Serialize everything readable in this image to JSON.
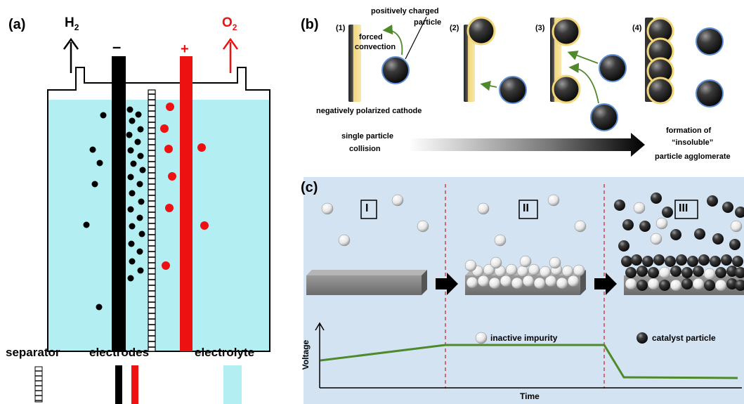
{
  "panel_a": {
    "label": "(a)",
    "h2": "H",
    "h2_sub": "2",
    "o2": "O",
    "o2_sub": "2",
    "minus": "–",
    "plus": "+",
    "legend": {
      "separator": "separator",
      "electrodes": "electrodes",
      "electrolyte": "electrolyte"
    },
    "colors": {
      "electrolyte": "#b3eef2",
      "cathode": "#000000",
      "anode": "#ee1111"
    }
  },
  "panel_b": {
    "label": "(b)",
    "steps": [
      "(1)",
      "(2)",
      "(3)",
      "(4)"
    ],
    "positively_charged": "positively charged",
    "particle": "particle",
    "forced": "forced",
    "convection": "convection",
    "cathode_caption": "negatively polarized cathode",
    "start_1": "single particle",
    "start_2": "collision",
    "end_1": "formation of",
    "end_2": "“insoluble”",
    "end_3": "particle agglomerate"
  },
  "panel_c": {
    "label": "(c)",
    "stages": [
      "I",
      "II",
      "III"
    ],
    "impurity": "inactive impurity",
    "catalyst": "catalyst particle",
    "ylabel": "Voltage",
    "xlabel": "Time",
    "colors": {
      "background": "#d3e3f2",
      "curve": "#4e8a2b",
      "divider": "#cc2222"
    }
  }
}
